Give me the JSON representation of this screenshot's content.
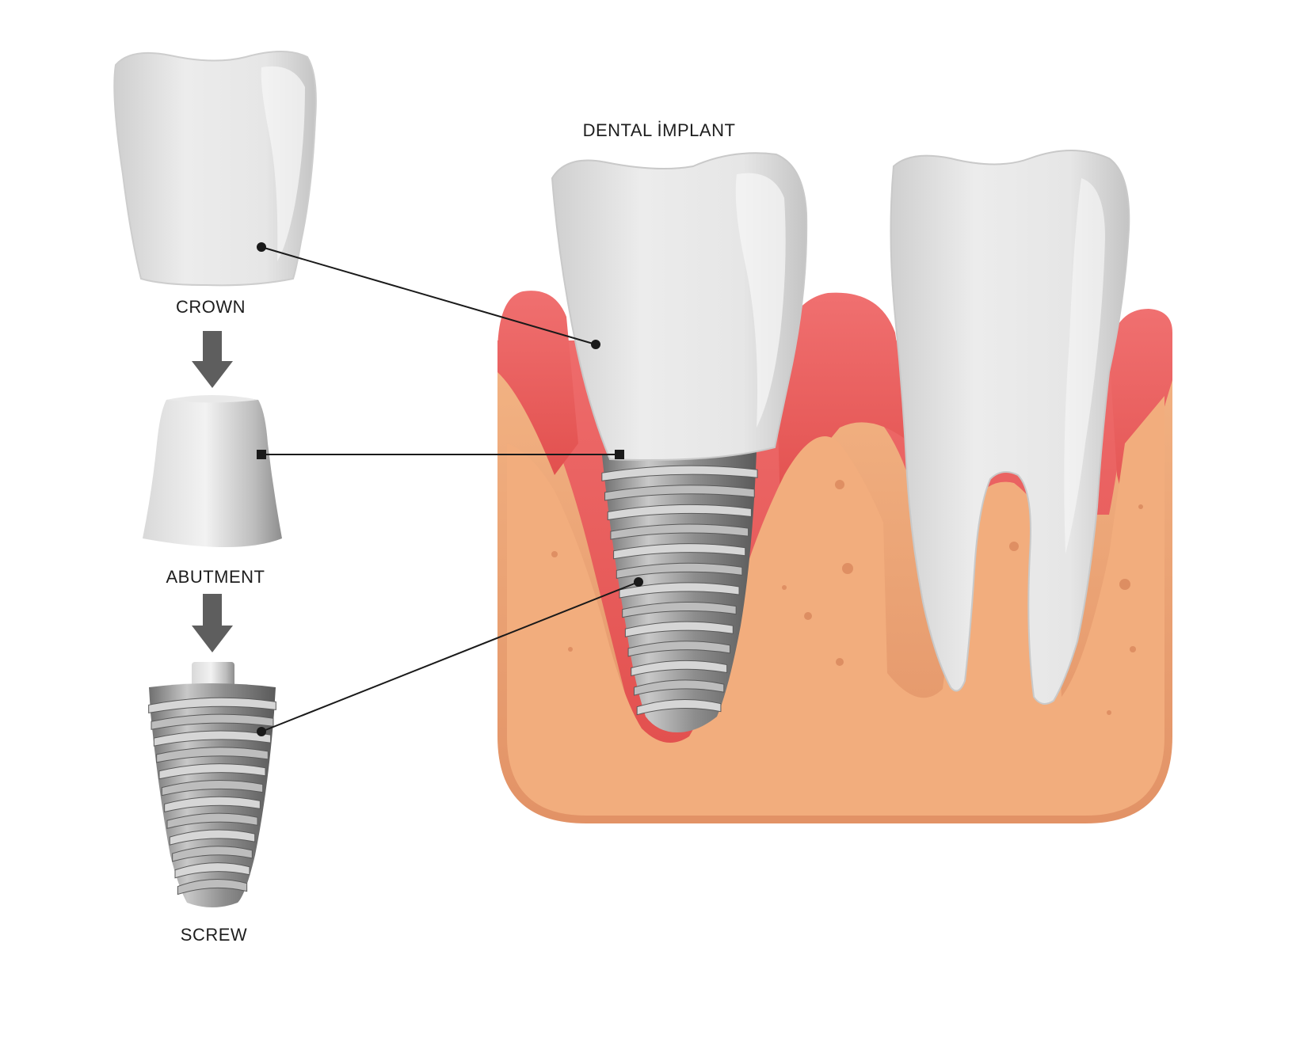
{
  "title": "DENTAL İMPLANT",
  "components": [
    {
      "label": "CROWN"
    },
    {
      "label": "ABUTMENT"
    },
    {
      "label": "SCREW"
    }
  ],
  "colors": {
    "tooth": "#e4e4e4",
    "gum": "#e85d5d",
    "bone": "#eba073",
    "metal": "#9a9a9a",
    "arrow": "#5e5e5e",
    "leader": "#1a1a1a"
  }
}
